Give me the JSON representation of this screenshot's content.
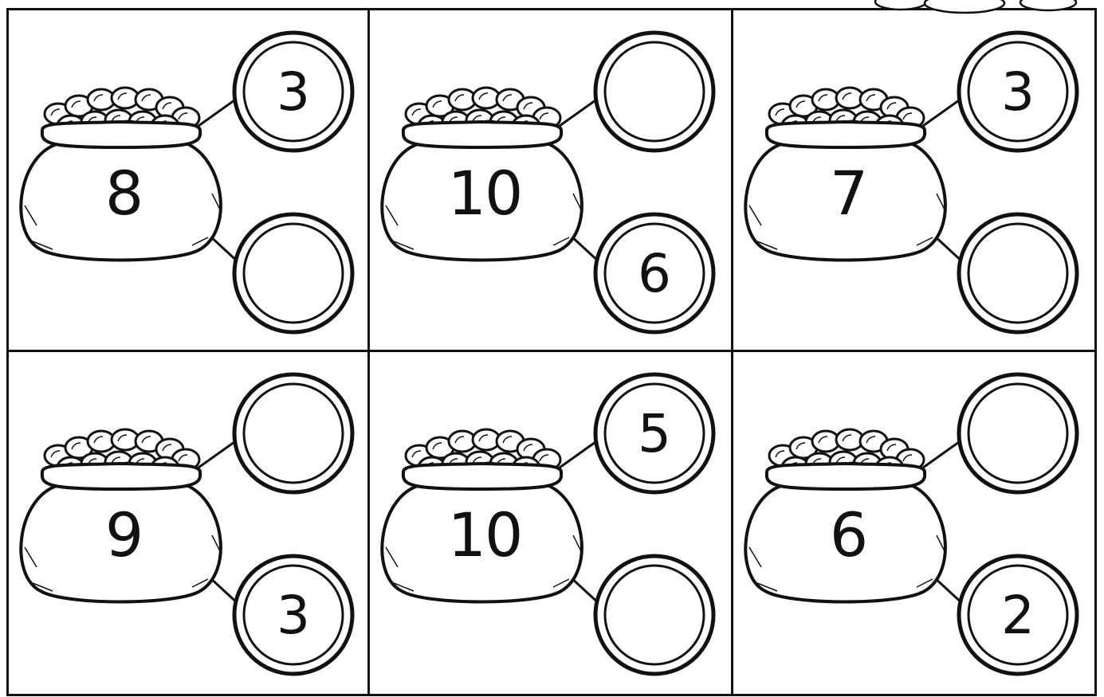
{
  "worksheet": {
    "cells": [
      {
        "whole": "8",
        "top_part": "3",
        "bottom_part": ""
      },
      {
        "whole": "10",
        "top_part": "",
        "bottom_part": "6"
      },
      {
        "whole": "7",
        "top_part": "3",
        "bottom_part": ""
      },
      {
        "whole": "9",
        "top_part": "",
        "bottom_part": "3"
      },
      {
        "whole": "10",
        "top_part": "5",
        "bottom_part": ""
      },
      {
        "whole": "6",
        "top_part": "",
        "bottom_part": "2"
      }
    ]
  },
  "icons": {
    "pot": "pot-of-gold-icon",
    "coin": "gold-coin-icon"
  },
  "colors": {
    "ink": "#111111",
    "paper": "#ffffff"
  }
}
